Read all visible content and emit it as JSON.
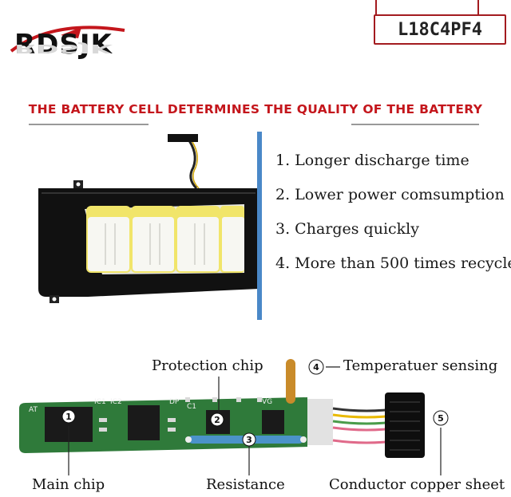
{
  "brand": {
    "logo_text": "RDSJK"
  },
  "model": "L18C4PF4",
  "headline": "THE BATTERY CELL DETERMINES THE QUALITY OF THE BATTERY",
  "features": [
    "1. Longer discharge time",
    "2. Lower power comsumption",
    "3. Charges quickly",
    "4. More than 500 times recycle"
  ],
  "diagram": {
    "protection_chip": "Protection chip",
    "temperature_sensing": "Temperatuer sensing",
    "main_chip": "Main chip",
    "resistance": "Resistance",
    "conductor": "Conductor copper sheet",
    "markers": [
      "1",
      "2",
      "3",
      "4",
      "5"
    ],
    "board_marks": [
      "IC1",
      "IC2",
      "C1",
      "DP",
      "VG",
      "AT"
    ]
  },
  "colors": {
    "accent_red": "#c4161c",
    "frame_red": "#a31b1f",
    "divider_blue": "#4a88c8",
    "pcb_green": "#2f7a3a",
    "cell_yellow": "#f1e56a"
  }
}
